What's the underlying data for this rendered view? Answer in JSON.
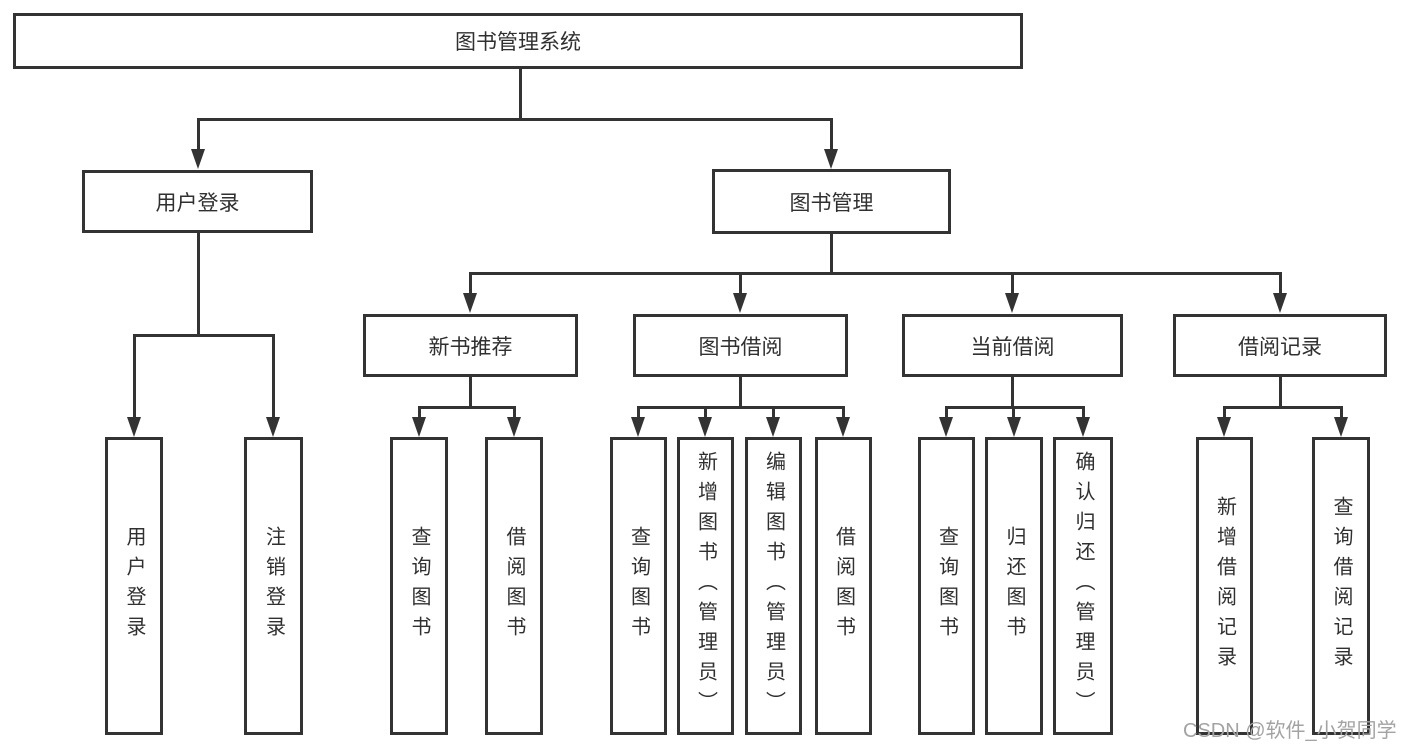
{
  "tree": {
    "label": "图书管理系统",
    "children": [
      {
        "label": "用户登录",
        "children": [
          {
            "label": "用户登录"
          },
          {
            "label": "注销登录"
          }
        ]
      },
      {
        "label": "图书管理",
        "children": [
          {
            "label": "新书推荐",
            "children": [
              {
                "label": "查询图书"
              },
              {
                "label": "借阅图书"
              }
            ]
          },
          {
            "label": "图书借阅",
            "children": [
              {
                "label": "查询图书"
              },
              {
                "label": "新增图书（管理员）"
              },
              {
                "label": "编辑图书（管理员）"
              },
              {
                "label": "借阅图书"
              }
            ]
          },
          {
            "label": "当前借阅",
            "children": [
              {
                "label": "查询图书"
              },
              {
                "label": "归还图书"
              },
              {
                "label": "确认归还（管理员）"
              }
            ]
          },
          {
            "label": "借阅记录",
            "children": [
              {
                "label": "新增借阅记录"
              },
              {
                "label": "查询借阅记录"
              }
            ]
          }
        ]
      }
    ]
  },
  "watermark": "CSDN @软件_小贺同学",
  "colors": {
    "line": "#333333",
    "text": "#303030",
    "box_background": "#ffffff",
    "background": "#ffffff",
    "watermark": "#a3a3a3"
  }
}
